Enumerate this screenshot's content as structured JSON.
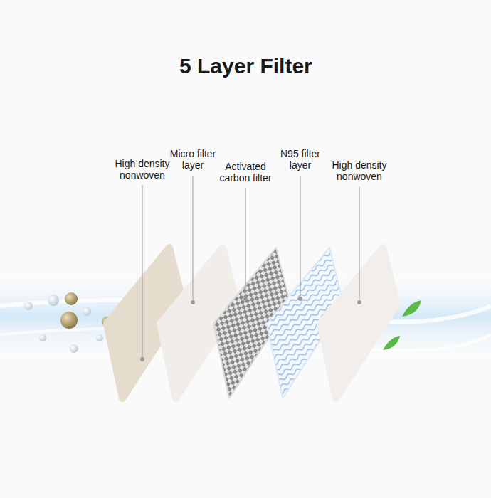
{
  "diagram": {
    "title": "5 Layer Filter",
    "labels": [
      "High density nonwoven",
      "Micro filter layer",
      "Activated carbon filter",
      "N95 filter layer",
      "High density nonwoven"
    ]
  }
}
